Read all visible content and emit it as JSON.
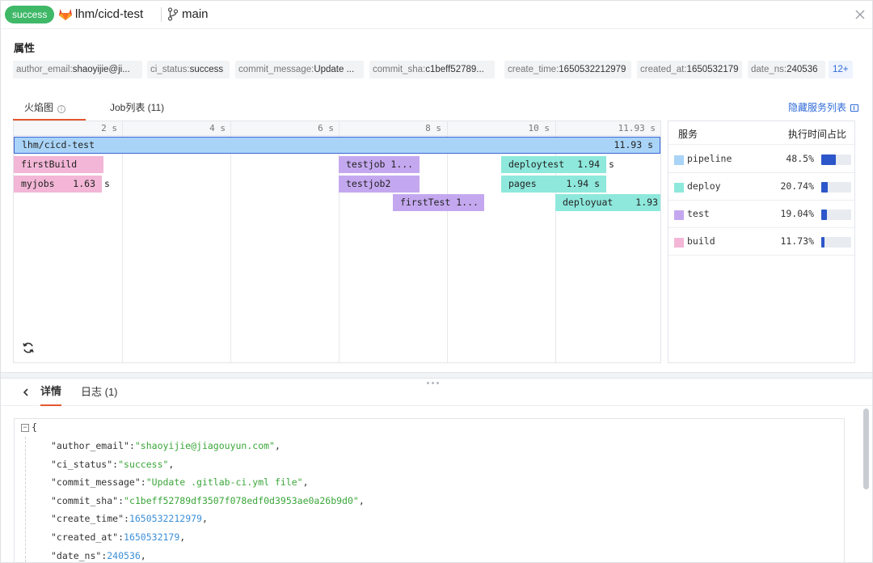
{
  "header": {
    "status": "success",
    "repo": "lhm/cicd-test",
    "branch": "main"
  },
  "attributes": {
    "title": "属性",
    "tags": [
      {
        "key": "author_email:",
        "value": "shaoyijie@ji..."
      },
      {
        "key": "ci_status:",
        "value": "success"
      },
      {
        "key": "commit_message:",
        "value": "Update ..."
      },
      {
        "key": "commit_sha:",
        "value": "c1beff52789..."
      },
      {
        "key": "create_time:",
        "value": "1650532212979"
      },
      {
        "key": "created_at:",
        "value": "1650532179"
      },
      {
        "key": "date_ns:",
        "value": "240536"
      }
    ],
    "more": "12+"
  },
  "tabs": {
    "flame": "火焰图",
    "jobs": "Job列表 (11)",
    "hide_services": "隐藏服务列表"
  },
  "flame": {
    "ticks": [
      "2 s",
      "4 s",
      "6 s",
      "8 s",
      "10 s",
      "11.93 s"
    ],
    "spans": [
      {
        "name": "lhm/cicd-test",
        "duration": "11.93 s",
        "service": "pipeline"
      },
      {
        "name": "firstBuild",
        "duration": "",
        "service": "build"
      },
      {
        "name": "myjobs",
        "duration": "1.63",
        "outside": "s",
        "service": "build"
      },
      {
        "name": "testjob",
        "duration": "1...",
        "service": "test"
      },
      {
        "name": "testjob2",
        "duration": "",
        "service": "test"
      },
      {
        "name": "firstTest",
        "duration": "1...",
        "service": "test"
      },
      {
        "name": "deploytest",
        "duration": "1.94",
        "outside": "s",
        "service": "deploy"
      },
      {
        "name": "pages",
        "duration": "1.94 s",
        "service": "deploy"
      },
      {
        "name": "deployuat",
        "duration": "1.93",
        "service": "deploy"
      }
    ]
  },
  "services": {
    "header_name": "服务",
    "header_pct": "执行时间占比",
    "items": [
      {
        "name": "pipeline",
        "pct": "48.5%",
        "fraction": 0.485,
        "color": "#a9d4f7"
      },
      {
        "name": "deploy",
        "pct": "20.74%",
        "fraction": 0.2074,
        "color": "#8ee8dc"
      },
      {
        "name": "test",
        "pct": "19.04%",
        "fraction": 0.1904,
        "color": "#c4a8ef"
      },
      {
        "name": "build",
        "pct": "11.73%",
        "fraction": 0.1173,
        "color": "#f3b6d6"
      }
    ]
  },
  "details": {
    "tab_detail": "详情",
    "tab_log": "日志 (1)",
    "open_brace": "{",
    "lines": [
      {
        "key": "\"author_email\"",
        "value": "\"shaoyijie@jiagouyun.com\"",
        "kind": "string"
      },
      {
        "key": "\"ci_status\"",
        "value": "\"success\"",
        "kind": "string"
      },
      {
        "key": "\"commit_message\"",
        "value": "\"Update .gitlab-ci.yml file\"",
        "kind": "string"
      },
      {
        "key": "\"commit_sha\"",
        "value": "\"c1beff52789df3507f078edf0d3953ae0a26b9d0\"",
        "kind": "string"
      },
      {
        "key": "\"create_time\"",
        "value": "1650532212979",
        "kind": "number"
      },
      {
        "key": "\"created_at\"",
        "value": "1650532179",
        "kind": "number"
      },
      {
        "key": "\"date_ns\"",
        "value": "240536",
        "kind": "number"
      }
    ]
  }
}
